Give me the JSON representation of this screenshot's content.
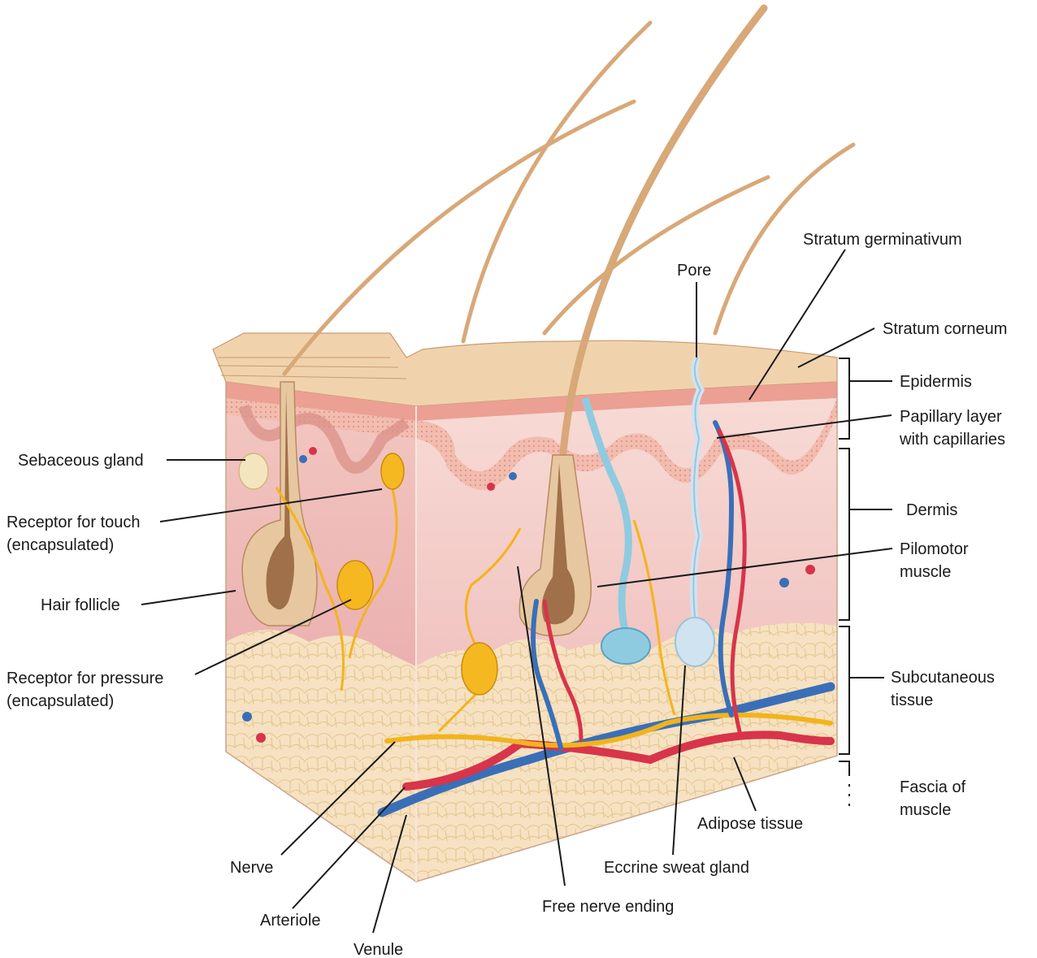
{
  "labels": {
    "stratum_germinativum": "Stratum germinativum",
    "pore": "Pore",
    "stratum_corneum": "Stratum corneum",
    "epidermis": "Epidermis",
    "papillary_1": "Papillary layer",
    "papillary_2": "with capillaries",
    "sebaceous_gland": "Sebaceous gland",
    "dermis": "Dermis",
    "touch_1": "Receptor for touch",
    "touch_2": "(encapsulated)",
    "pilomotor_1": "Pilomotor",
    "pilomotor_2": "muscle",
    "hair_follicle": "Hair follicle",
    "pressure_1": "Receptor for pressure",
    "pressure_2": "(encapsulated)",
    "subcutaneous_1": "Subcutaneous",
    "subcutaneous_2": "tissue",
    "fascia_1": "Fascia of",
    "fascia_2": "muscle",
    "adipose": "Adipose tissue",
    "nerve": "Nerve",
    "eccrine": "Eccrine sweat gland",
    "arteriole": "Arteriole",
    "free_nerve": "Free nerve ending",
    "venule": "Venule"
  },
  "colors": {
    "hair": "#d8a878",
    "epidermis": "#f0c9a8",
    "dermis": "#eab0ad",
    "adipose": "#f6e2c2",
    "artery": "#d8344a",
    "vein": "#3a6fb8",
    "nerve": "#f2b41c",
    "sweat_gland": "#8fcbe0"
  }
}
